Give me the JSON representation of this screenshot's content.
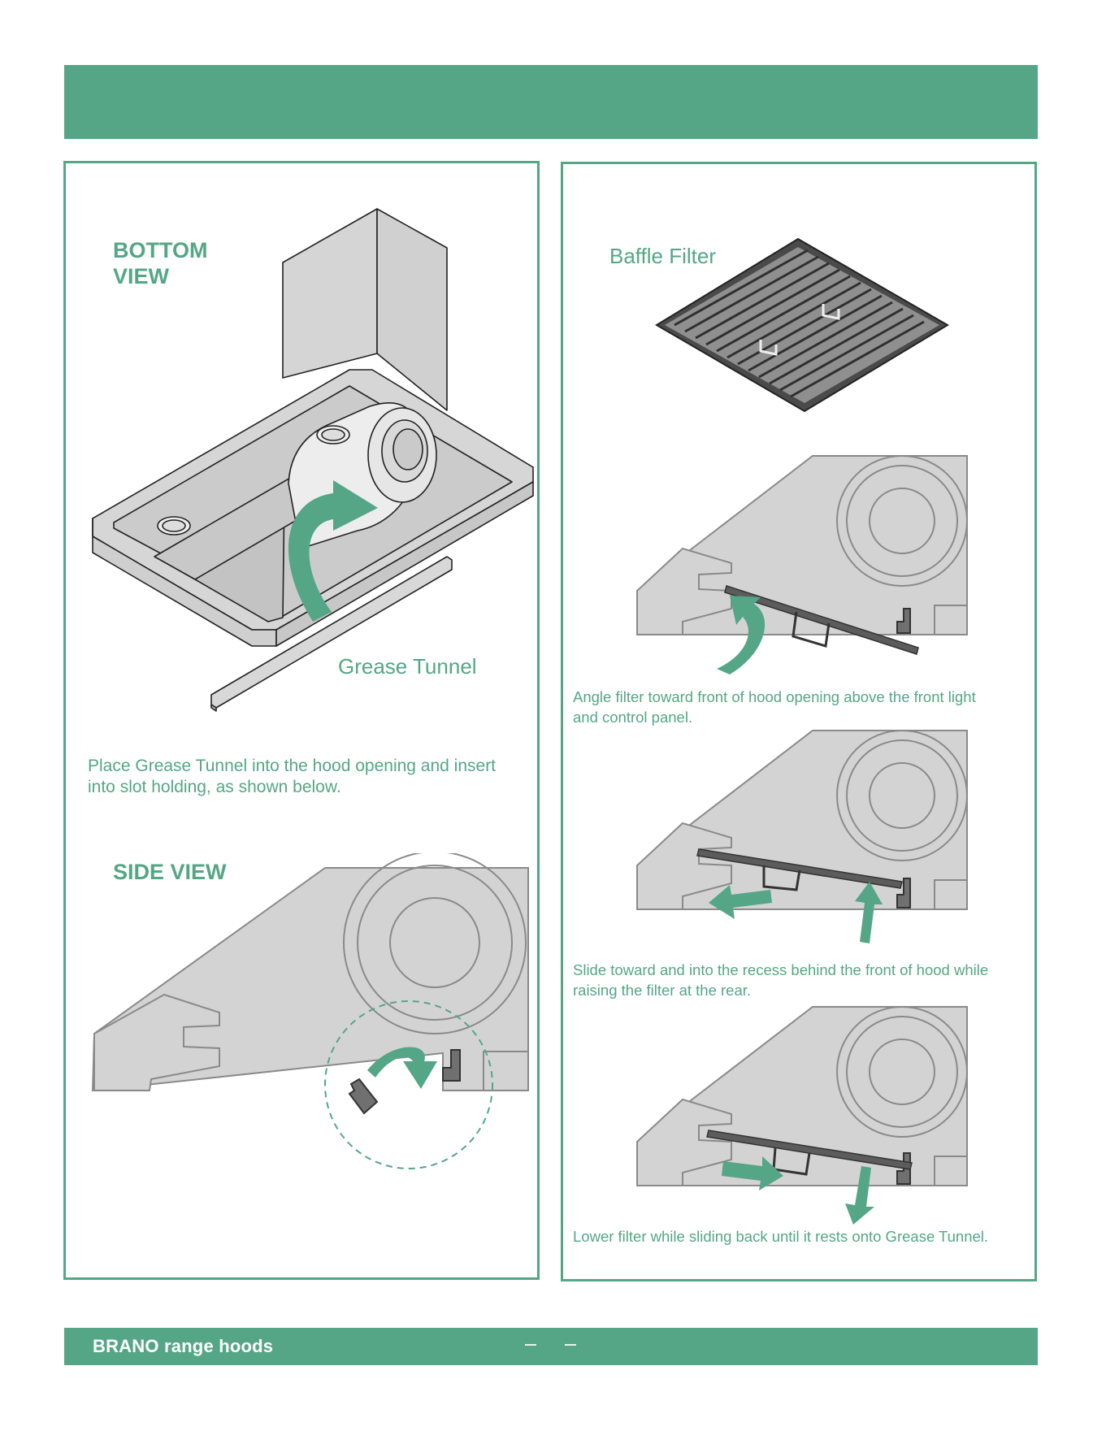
{
  "header": {
    "title": ""
  },
  "left_panel": {
    "bottom_view_label_line1": "BOTTOM",
    "bottom_view_label_line2": "VIEW",
    "grease_tunnel_label": "Grease Tunnel",
    "instruction_line1": "Place Grease Tunnel into the hood opening and insert",
    "instruction_line2": "into slot holding, as shown below.",
    "side_view_label": "SIDE VIEW"
  },
  "right_panel": {
    "baffle_filter_label": "Baffle Filter",
    "step1_line1": "Angle filter toward front of hood opening above the front light",
    "step1_line2": "and control panel.",
    "step2_line1": "Slide toward and into the recess behind the front of hood while",
    "step2_line2": "raising the filter at the rear.",
    "step3_line1": "Lower filter while sliding back until it rests onto Grease Tunnel."
  },
  "footer": {
    "brand": "BRANO range hoods"
  },
  "colors": {
    "accent": "#54a687",
    "hood_fill": "#d4d4d4",
    "hood_stroke": "#8a8a8a",
    "filter_dark": "#555555"
  },
  "icons": [
    "curved-arrow-icon",
    "straight-arrow-icon"
  ]
}
